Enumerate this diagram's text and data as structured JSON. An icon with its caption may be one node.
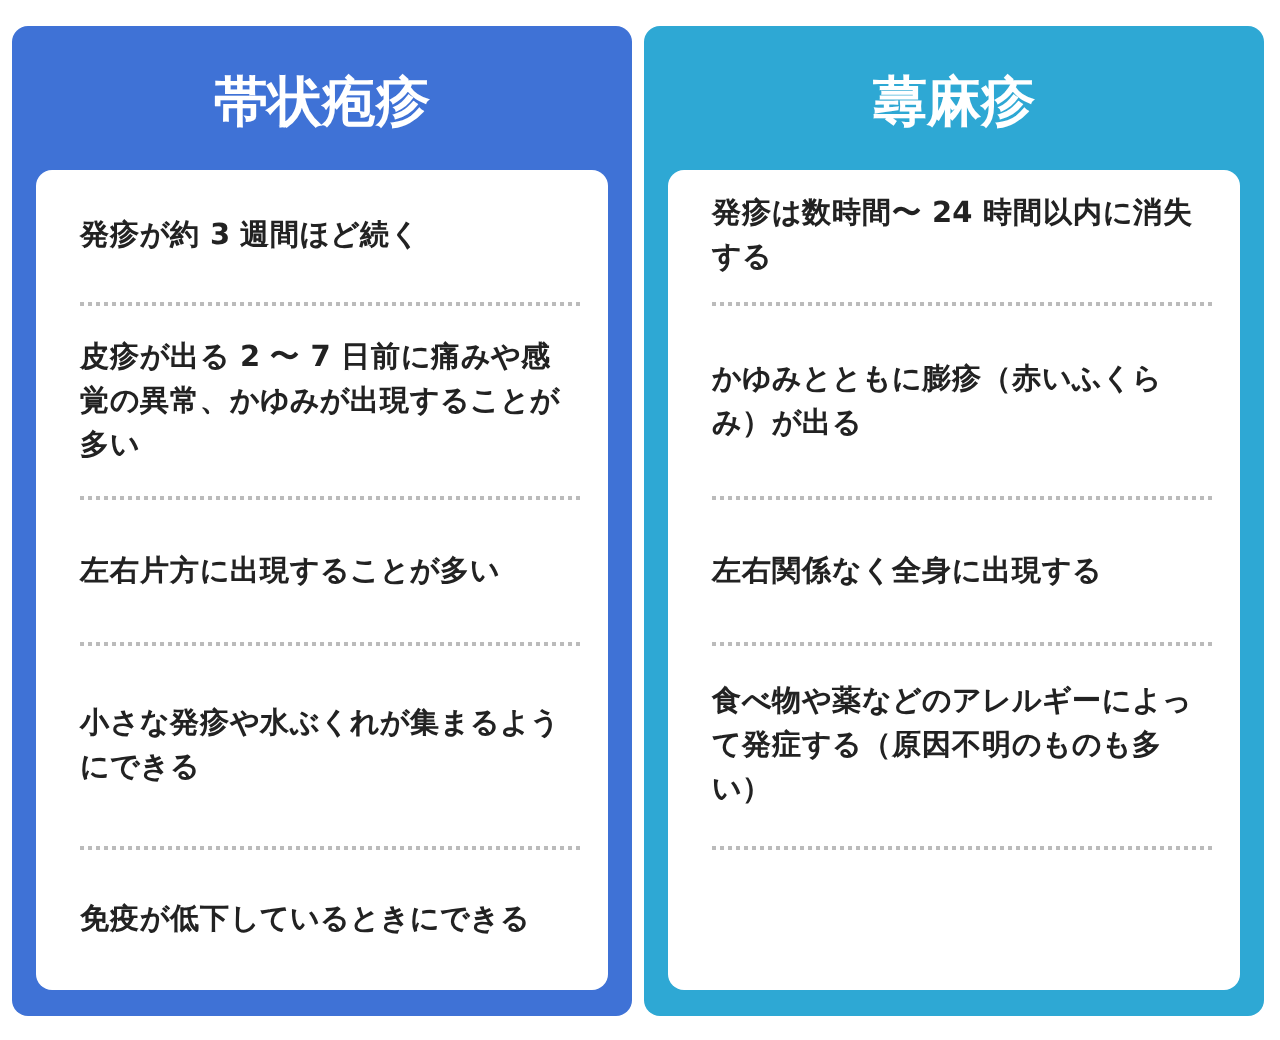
{
  "diagram": {
    "nodes": [
      {
        "text": [
          "帯状疱疹"
        ]
      },
      {
        "text": [
          "発疹が約 3 週間ほど続く",
          "皮疹が出る 2 〜 7 日前に痛みや感覚の異常、かゆみが出現することが多い",
          "左右片方に出現することが多い",
          "小さな発疹や水ぶくれが集まるようにできる",
          "免疫が低下しているときにできる"
        ],
        "in": 0
      },
      {
        "text": [
          "蕁麻疹"
        ]
      },
      {
        "text": [
          "発疹は数時間〜 24 時間以内に消失する",
          "かゆみとともに膨疹（赤いふくらみ）が出る",
          "左右関係なく全身に出現する",
          "食べ物や薬などのアレルギーによって発症する（原因不明のものも多い）"
        ],
        "in": 2
      }
    ],
    "edges": []
  }
}
